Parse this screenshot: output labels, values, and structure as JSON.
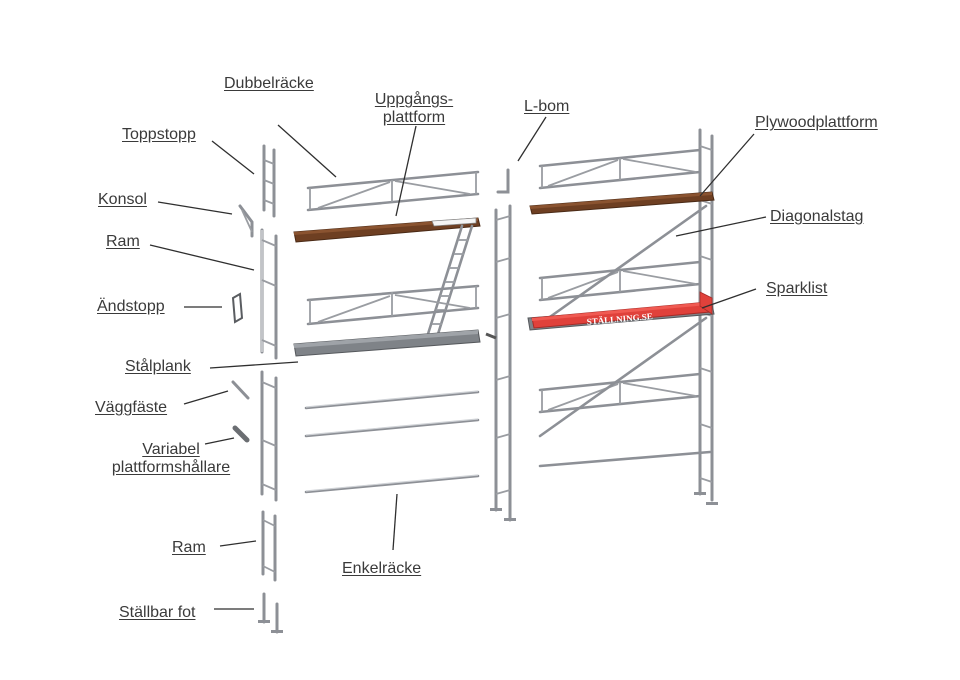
{
  "labels": {
    "dubbelracke": "Dubbelräcke",
    "uppgangs_line1": "Uppgångs-",
    "uppgangs_line2": "plattform",
    "lbom": "L-bom",
    "plywood": "Plywoodplattform",
    "toppstopp": "Toppstopp",
    "konsol": "Konsol",
    "ram_top": "Ram",
    "diagonalstag": "Diagonalstag",
    "andstopp": "Ändstopp",
    "sparklist": "Sparklist",
    "stalplank": "Stålplank",
    "vaggfaste": "Väggfäste",
    "variabel_line1": "Variabel",
    "variabel_line2": "plattformshållare",
    "ram_bottom": "Ram",
    "enkelracke": "Enkelräcke",
    "stallbar_fot": "Ställbar fot"
  },
  "sparklist_text": "STÄLLNING.SE",
  "colors": {
    "label_text": "#3a3a3a",
    "metal": "#8d9096",
    "wood": "#6e3f22",
    "steel_plank": "#7f8388",
    "toe_board_red": "#e0413b"
  }
}
